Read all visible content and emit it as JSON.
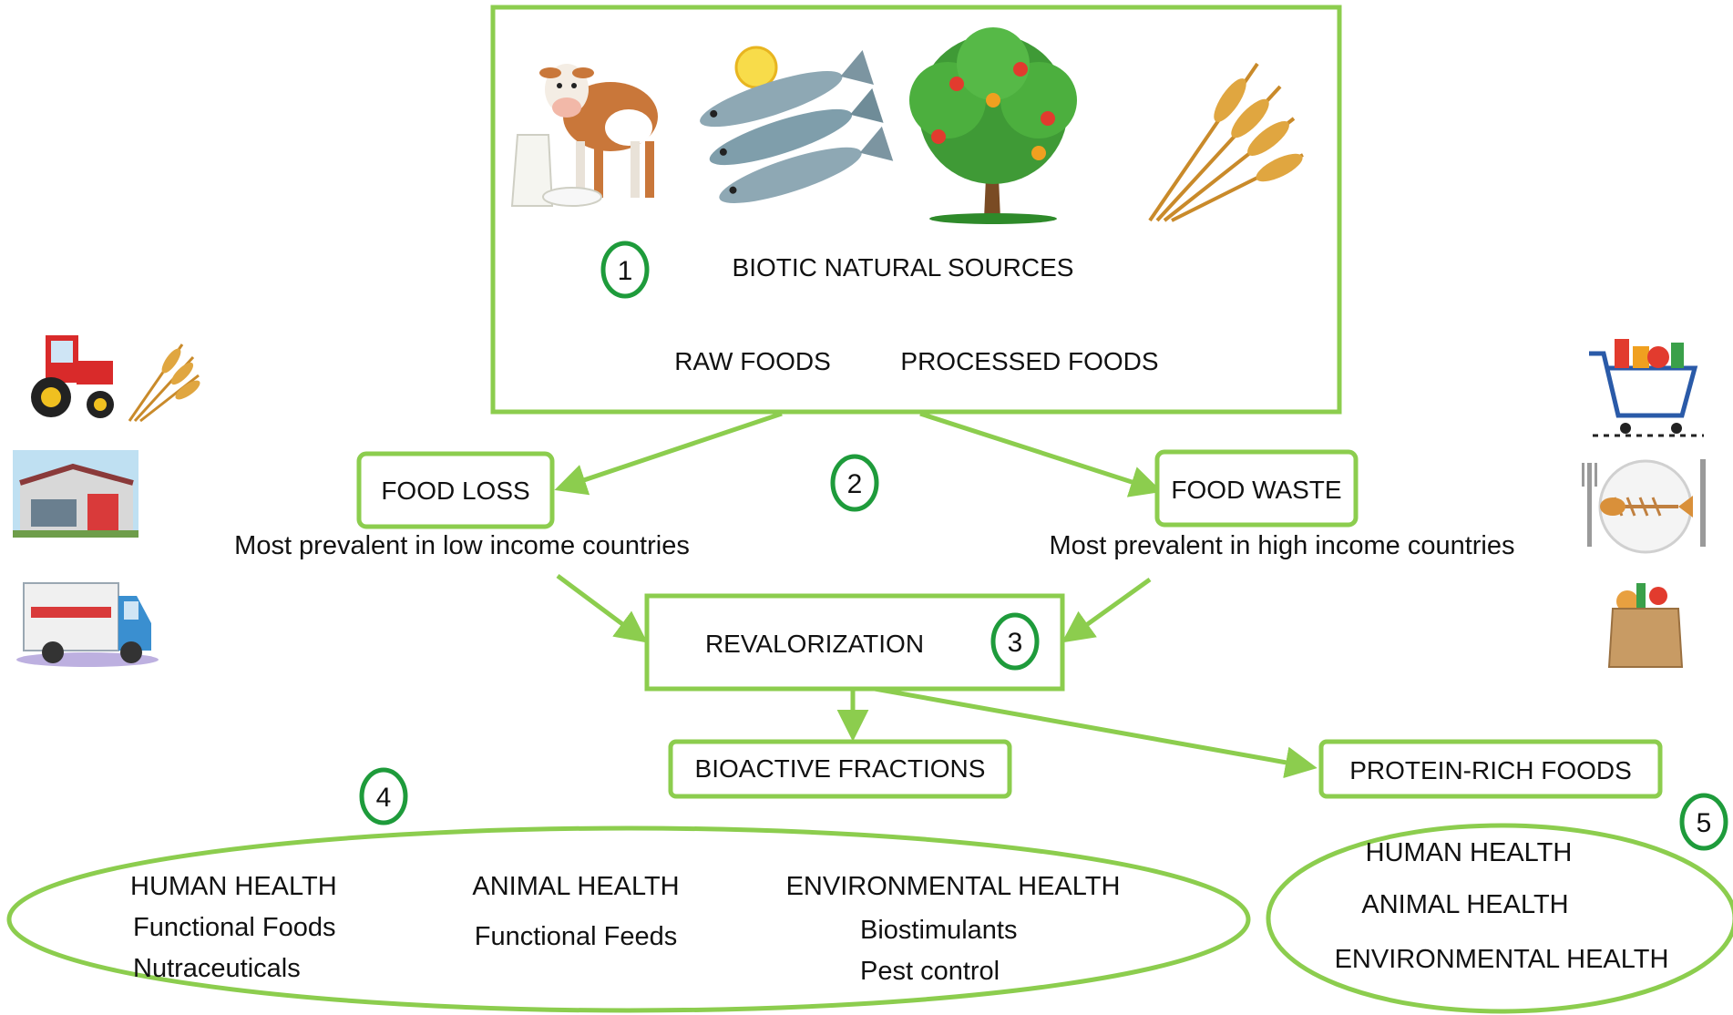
{
  "colors": {
    "box_stroke": "#8ccd4e",
    "arrow": "#8ccd4e",
    "badge_stroke": "#1e9b3b",
    "text": "#111111",
    "background": "#ffffff"
  },
  "icons": [
    "cow-icon",
    "milk-jug-icon",
    "fish-icon",
    "lemon-icon",
    "fruit-tree-icon",
    "wheat-icon",
    "tractor-icon",
    "warehouse-icon",
    "delivery-truck-icon",
    "shopping-cart-icon",
    "plate-fish-bones-icon",
    "fork-icon",
    "knife-icon",
    "grocery-bag-icon"
  ],
  "sources": {
    "badge": "1",
    "title": "BIOTIC NATURAL SOURCES",
    "raw": "RAW FOODS",
    "processed": "PROCESSED FOODS"
  },
  "loss": {
    "badge": "2",
    "food_loss": "FOOD LOSS",
    "food_loss_note": "Most prevalent in low income countries",
    "food_waste": "FOOD WASTE",
    "food_waste_note": "Most prevalent in high income countries"
  },
  "revalorization": {
    "label": "REVALORIZATION",
    "badge": "3"
  },
  "outputs": {
    "bioactive": "BIOACTIVE FRACTIONS",
    "protein": "PROTEIN-RICH FOODS"
  },
  "bioactive_uses": {
    "badge": "4",
    "human_health": "HUMAN HEALTH",
    "functional_foods": "Functional Foods",
    "nutraceuticals": "Nutraceuticals",
    "animal_health": "ANIMAL HEALTH",
    "functional_feeds": "Functional Feeds",
    "environmental_health": "ENVIRONMENTAL HEALTH",
    "biostimulants": "Biostimulants",
    "pest_control": "Pest control"
  },
  "protein_uses": {
    "badge": "5",
    "human_health": "HUMAN HEALTH",
    "animal_health": "ANIMAL HEALTH",
    "environmental_health": "ENVIRONMENTAL HEALTH"
  }
}
